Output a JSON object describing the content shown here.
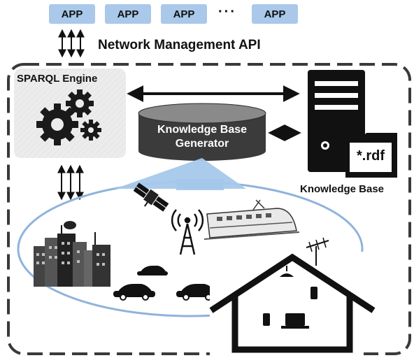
{
  "apps": [
    "APP",
    "APP",
    "APP",
    "APP"
  ],
  "ellipsis": "···",
  "network_api_label": "Network Management API",
  "sparql_label": "SPARQL Engine",
  "kb_generator_label": [
    "Knowledge Base",
    "Generator"
  ],
  "rdf_label": "*.rdf",
  "knowledge_base_label": "Knowledge Base",
  "colors": {
    "app_fill": "#a9c8ea",
    "arrow_up": "#a5c8ea",
    "ellipse": "#8fb3dc",
    "dark": "#111111",
    "drum": "#3b3b3b"
  }
}
